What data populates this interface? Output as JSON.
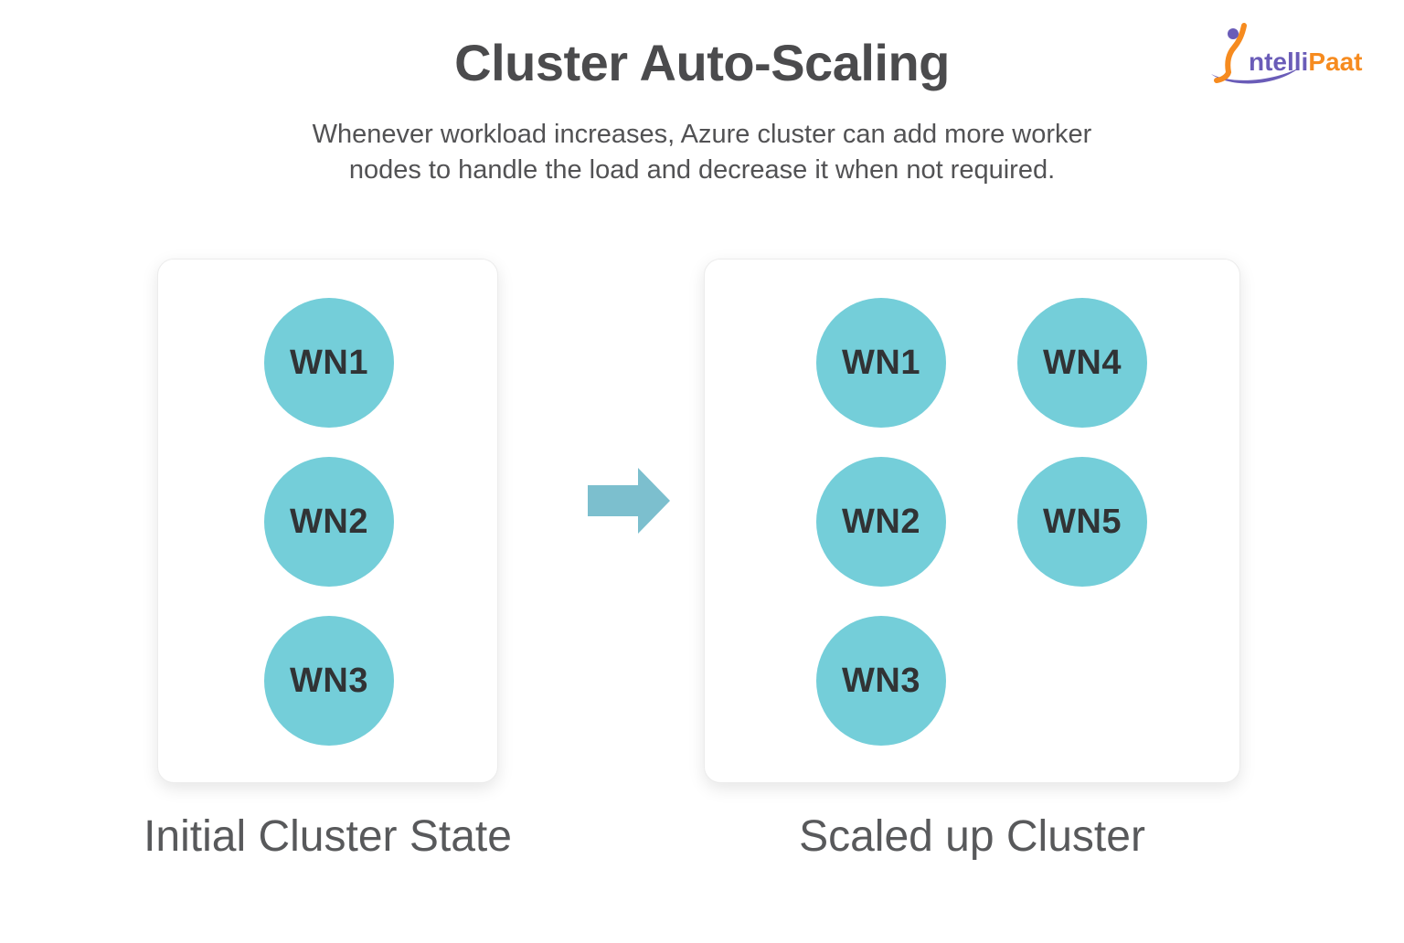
{
  "header": {
    "title": "Cluster Auto-Scaling",
    "subtitle_line1": "Whenever workload increases, Azure cluster can add more worker",
    "subtitle_line2": "nodes to handle the load and decrease it when not required."
  },
  "logo": {
    "name": "IntelliPaat",
    "text_primary": "ntelli",
    "text_secondary": "Paat",
    "figure_icon": "person-figure-icon",
    "colors": {
      "purple": "#6a5cb8",
      "orange": "#f68b1f"
    }
  },
  "colors": {
    "title_text": "#4b4b4d",
    "subtitle_text": "#525254",
    "label_text": "#58595b",
    "node_fill": "#74ced9",
    "node_text": "#313335",
    "arrow": "#7cbfce"
  },
  "diagram": {
    "arrow_icon": "right-arrow-icon",
    "initial_cluster": {
      "label": "Initial Cluster State",
      "nodes": [
        {
          "label": "WN1"
        },
        {
          "label": "WN2"
        },
        {
          "label": "WN3"
        }
      ]
    },
    "scaled_cluster": {
      "label": "Scaled up Cluster",
      "nodes": [
        {
          "label": "WN1"
        },
        {
          "label": "WN4"
        },
        {
          "label": "WN2"
        },
        {
          "label": "WN5"
        },
        {
          "label": "WN3"
        }
      ]
    }
  }
}
